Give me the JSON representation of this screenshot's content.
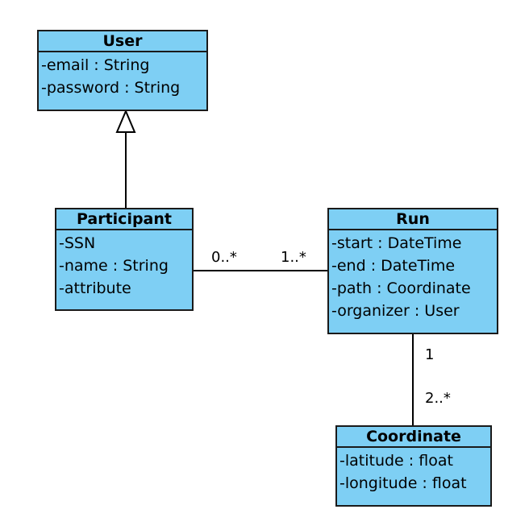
{
  "classes": {
    "user": {
      "name": "User",
      "attributes": [
        "-email : String",
        "-password : String"
      ]
    },
    "participant": {
      "name": "Participant",
      "attributes": [
        "-SSN",
        "-name : String",
        "-attribute"
      ]
    },
    "run": {
      "name": "Run",
      "attributes": [
        "-start : DateTime",
        "-end : DateTime",
        "-path : Coordinate",
        "-organizer : User"
      ]
    },
    "coordinate": {
      "name": "Coordinate",
      "attributes": [
        "-latitude : float",
        "-longitude : float"
      ]
    }
  },
  "associations": {
    "participant_run": {
      "participant_end": "0..*",
      "run_end": "1..*"
    },
    "run_coordinate": {
      "run_end": "1",
      "coordinate_end": "2..*"
    }
  },
  "colors": {
    "class_fill": "#7ecff4",
    "border": "#1a1a1a",
    "line": "#000000"
  }
}
